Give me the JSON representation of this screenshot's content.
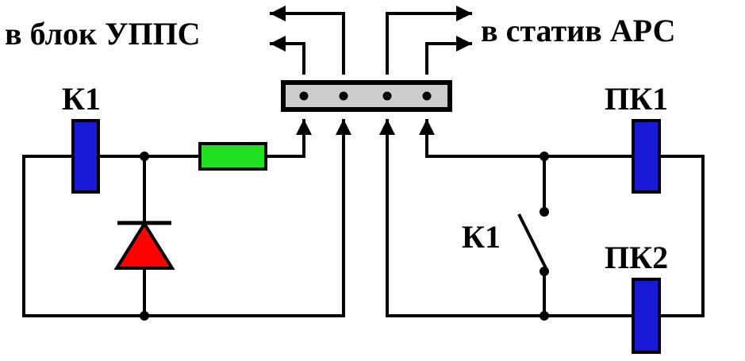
{
  "labels": {
    "to_upps": "в блок УППС",
    "to_ars": "в статив АРС",
    "relay_k1": "К1",
    "relay_pk1": "ПК1",
    "relay_pk2": "ПК2",
    "contact_k1": "К1"
  },
  "colors": {
    "wire": "#000000",
    "relay_coil": "#1a1ad6",
    "resistor": "#22e022",
    "diode": "#ff0000",
    "connector": "#cccccc",
    "background": "#ffffff"
  },
  "icons": {
    "relay": "relay-coil-icon",
    "resistor": "resistor-icon",
    "diode": "diode-icon",
    "switch": "normally-open-contact-icon",
    "connector": "terminal-block-icon"
  },
  "connector": {
    "pin_count": 4
  }
}
